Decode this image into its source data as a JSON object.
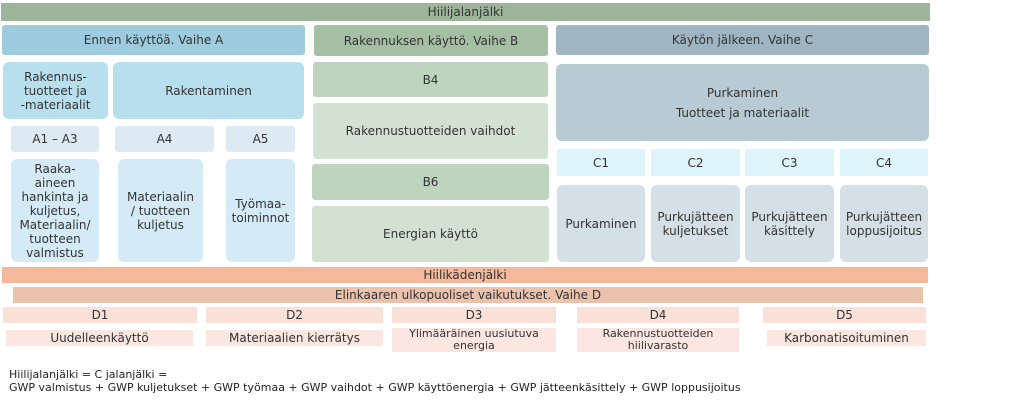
{
  "title": "Hiilijalanjälki",
  "colors": {
    "top_bar": "#9db59a",
    "phase_a_header": "#9fcbde",
    "phase_a_group": "#b8dfee",
    "phase_a_code": "#ddeaf4",
    "phase_a_desc": "#d4ebf7",
    "phase_b_header": "#a5bfa5",
    "phase_b_code": "#bed4be",
    "phase_b_desc": "#d3e1d3",
    "phase_c_header": "#9fb6c2",
    "phase_c_group": "#b8cbd4",
    "phase_c_code": "#def4fb",
    "phase_c_desc": "#d5e0e6",
    "handprint_bar": "#f4b89a",
    "phase_d_header": "#ebc3ac",
    "phase_d_code": "#f9e1da",
    "phase_d_desc": "#fbe6e2"
  },
  "phase_a": {
    "header": "Ennen käyttöä. Vaihe A",
    "groups": [
      {
        "lines": [
          "Rakennus-",
          "tuotteet ja",
          "-materiaalit"
        ]
      },
      {
        "lines": [
          "Rakentaminen"
        ]
      }
    ],
    "modules": [
      {
        "code": "A1 – A3",
        "lines": [
          "Raaka-",
          "aineen",
          "hankinta ja",
          "kuljetus,",
          "Materiaalin/",
          "tuotteen",
          "valmistus"
        ]
      },
      {
        "code": "A4",
        "lines": [
          "Materiaalin",
          "/ tuotteen",
          "kuljetus"
        ]
      },
      {
        "code": "A5",
        "lines": [
          "Työmaa-",
          "toiminnot"
        ]
      }
    ]
  },
  "phase_b": {
    "header": "Rakennuksen käyttö. Vaihe B",
    "modules": [
      {
        "code": "B4",
        "desc": "Rakennustuotteiden vaihdot"
      },
      {
        "code": "B6",
        "desc": "Energian käyttö"
      }
    ]
  },
  "phase_c": {
    "header": "Käytön jälkeen. Vaihe C",
    "group_lines": [
      "Purkaminen",
      "Tuotteet ja materiaalit"
    ],
    "modules": [
      {
        "code": "C1",
        "lines": [
          "Purkaminen"
        ]
      },
      {
        "code": "C2",
        "lines": [
          "Purkujätteen",
          "kuljetukset"
        ]
      },
      {
        "code": "C3",
        "lines": [
          "Purkujätteen",
          "käsittely"
        ]
      },
      {
        "code": "C4",
        "lines": [
          "Purkujätteen",
          "loppusijoitus"
        ]
      }
    ]
  },
  "handprint": "Hiilikädenjälki",
  "phase_d": {
    "header": "Elinkaaren ulkopuoliset vaikutukset. Vaihe D",
    "modules": [
      {
        "code": "D1",
        "lines": [
          "Uudelleenkäyttö"
        ]
      },
      {
        "code": "D2",
        "lines": [
          "Materiaalien kierrätys"
        ]
      },
      {
        "code": "D3",
        "lines": [
          "Ylimääräinen uusiutuva",
          "energia"
        ]
      },
      {
        "code": "D4",
        "lines": [
          "Rakennustuotteiden",
          "hiilivarasto"
        ]
      },
      {
        "code": "D5",
        "lines": [
          "Karbonatisoituminen"
        ]
      }
    ]
  },
  "footer": {
    "line1": "Hiilijalanjälki = C jalanjälki =",
    "line2": "GWP valmistus + GWP kuljetukset + GWP työmaa + GWP vaihdot + GWP käyttöenergia + GWP jätteenkäsittely + GWP loppusijoitus"
  }
}
